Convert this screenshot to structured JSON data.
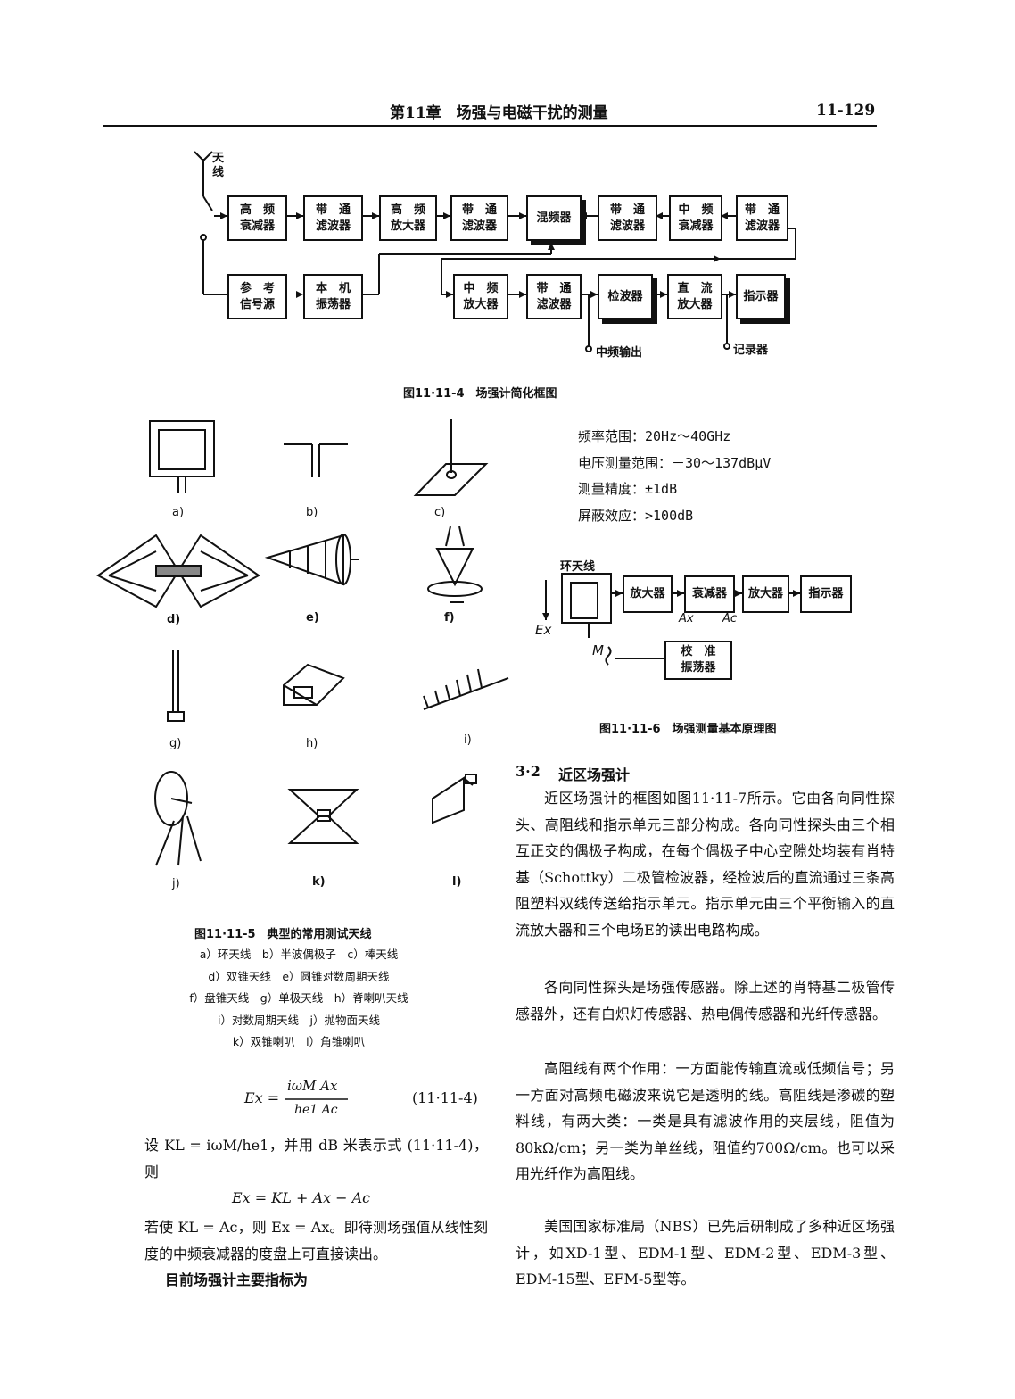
{
  "header": {
    "chapter": "第11章　场强与电磁干扰的测量",
    "page_no": "11-129"
  },
  "fig4": {
    "antenna_label": "天\n线",
    "boxes": {
      "hf_att": "高　频\n衰减器",
      "bpf1": "带　通\n滤波器",
      "hf_amp": "高　频\n放大器",
      "bpf2": "带　通\n滤波器",
      "mixer": "混频器",
      "bpf3": "带　通\n滤波器",
      "if_att": "中　频\n衰减器",
      "bpf4": "带　通\n滤波器",
      "ref_src": "参　考\n信号源",
      "lo": "本　机\n振荡器",
      "if_amp": "中　频\n放大器",
      "bpf5": "带　通\n滤波器",
      "detector": "检波器",
      "dc_amp": "直　流\n放大器",
      "indicator": "指示器"
    },
    "if_output": "中频输出",
    "recorder": "记录器",
    "caption": "图11·11-4　场强计简化框图"
  },
  "fig5": {
    "labels": [
      "a)",
      "b)",
      "c)",
      "d)",
      "e)",
      "f)",
      "g)",
      "h)",
      "i)",
      "j)",
      "k)",
      "l)"
    ],
    "caption": "图11·11-5　典型的常用测试天线",
    "legend": [
      "a）环天线　b）半波偶极子　c）棒天线",
      "d）双锥天线　e）圆锥对数周期天线",
      "f）盘锥天线　g）单极天线　h）脊喇叭天线",
      "i）对数周期天线　j）抛物面天线",
      "k）双锥喇叭　l）角锥喇叭"
    ]
  },
  "specs": [
    "频率范围：20Hz～40GHz",
    "电压测量范围：－30～137dBμV",
    "测量精度：±1dB",
    "屏蔽效应：>100dB"
  ],
  "fig6": {
    "loop_label": "环天线",
    "boxes": {
      "amp1": "放大器",
      "att": "衰减器",
      "amp2": "放大器",
      "ind": "指示器",
      "cal": "校　准\n振荡器"
    },
    "ax": "Ax",
    "ac": "Ac",
    "ex": "Ex",
    "m": "M",
    "caption": "图11·11-6　场强测量基本原理图"
  },
  "formula1": {
    "lhs": "Ex =",
    "num": "iωM Ax",
    "den": "he1 Ac",
    "eqno": "(11·11-4)"
  },
  "left_text": {
    "p1": "设 KL = iωM/he1，并用 dB 米表示式 (11·11-4)，则",
    "formula2": "Ex = KL + Ax − Ac",
    "p2": "若使 KL = Ac，则 Ex = Ax。即待测场强值从线性刻度的中频衰减器的度盘上可直接读出。",
    "p3": "目前场强计主要指标为"
  },
  "section": {
    "number": "3·2",
    "title": "近区场强计"
  },
  "right_paras": [
    "近区场强计的框图如图11·11-7所示。它由各向同性探头、高阻线和指示单元三部分构成。各向同性探头由三个相互正交的偶极子构成，在每个偶极子中心空隙处均装有肖特基（Schottky）二极管检波器，经检波后的直流通过三条高阻塑料双线传送给指示单元。指示单元由三个平衡输入的直流放大器和三个电场E的读出电路构成。",
    "各向同性探头是场强传感器。除上述的肖特基二极管传感器外，还有白炽灯传感器、热电偶传感器和光纤传感器。",
    "高阻线有两个作用：一方面能传输直流或低频信号；另一方面对高频电磁波来说它是透明的线。高阻线是渗碳的塑料线，有两大类：一类是具有滤波作用的夹层线，阻值为80kΩ/cm；另一类为单丝线，阻值约700Ω/cm。也可以采用光纤作为高阻线。",
    "美国国家标准局（NBS）已先后研制成了多种近区场强计，如XD-1型、EDM-1型、EDM-2型、EDM-3型、EDM-15型、EFM-5型等。"
  ]
}
